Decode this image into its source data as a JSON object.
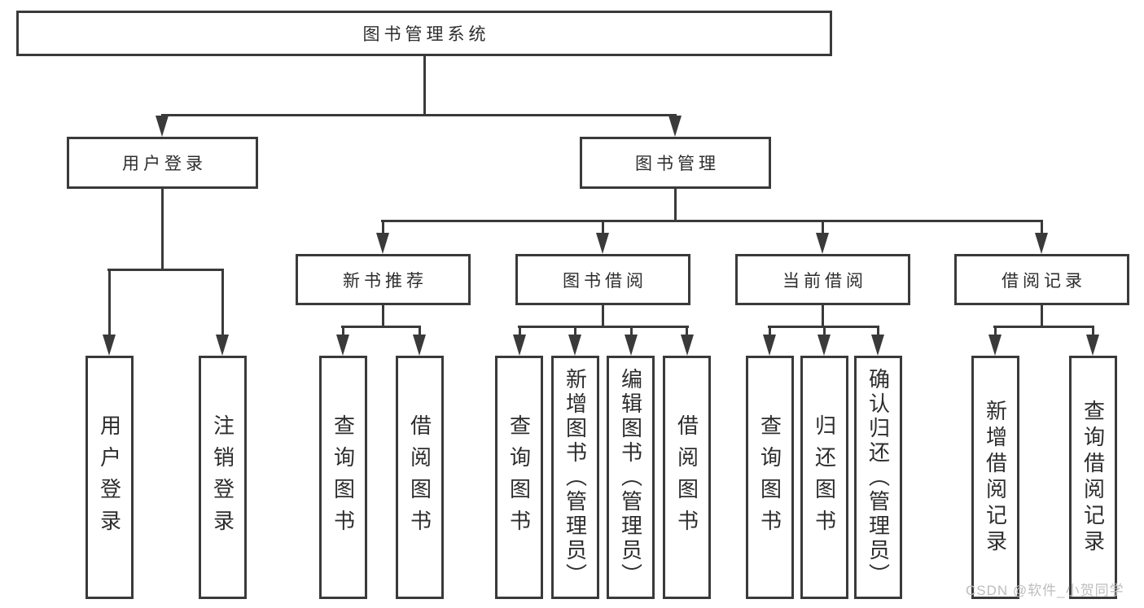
{
  "diagram_type": "functional-structure-tree",
  "tree": {
    "label": "图书管理系统",
    "children": [
      {
        "label": "用户登录",
        "children": [
          "用户登录",
          "注销登录"
        ]
      },
      {
        "label": "图书管理",
        "children": [
          {
            "label": "新书推荐",
            "children": [
              "查询图书",
              "借阅图书"
            ]
          },
          {
            "label": "图书借阅",
            "children": [
              "查询图书",
              "新增图书（管理员）",
              "编辑图书（管理员）",
              "借阅图书"
            ]
          },
          {
            "label": "当前借阅",
            "children": [
              "查询图书",
              "归还图书",
              "确认归还（管理员）"
            ]
          },
          {
            "label": "借阅记录",
            "children": [
              "新增借阅记录",
              "查询借阅记录"
            ]
          }
        ]
      }
    ]
  },
  "watermark": "CSDN @软件_小贺同学",
  "colors": {
    "line": "#3a3a3a",
    "text": "#2d2d2d",
    "watermark": "#bdbdbd",
    "background": "#ffffff"
  }
}
